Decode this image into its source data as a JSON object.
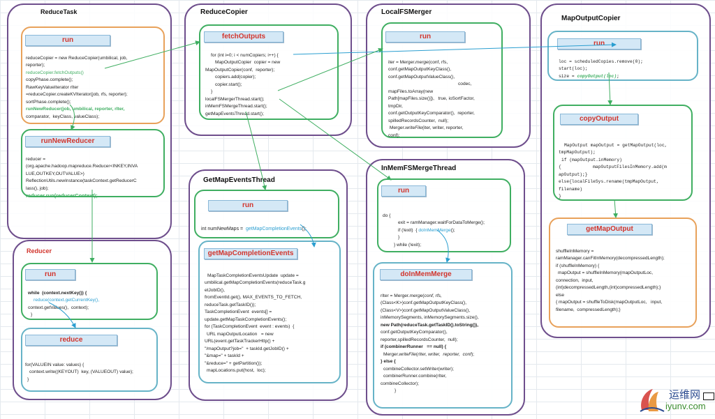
{
  "panels": {
    "reduce_task": {
      "title": "ReduceTask",
      "run": {
        "label": "run",
        "lines": [
          "reduceCopier = new ReduceCopier(umbilical, job,",
          "reporter);",
          "reduceCopier.fetchOutputs()",
          "copyPhase.complete();",
          "RawKeyValueIterator rIter",
          "=reduceCopier.createKVIterator(job, rfs, reporter);",
          "sortPhase.complete();",
          "runNewReducer(job, umbilical, reporter, rIter,",
          "comparator,  keyClass, valueClass);"
        ]
      },
      "run_new_reducer": {
        "label": "runNewReducer",
        "lines": [
          "reducer =",
          "(org.apache.hadoop.mapreduce.Reducer<INKEY,INVA",
          "LUE,OUTKEY,OUTVALUE>)",
          "ReflectionUtils.newInstance(taskContext.getReducerC",
          "lass(), job);",
          "reducer.run(reducerContext);"
        ]
      }
    },
    "reducer": {
      "title": "Reducer",
      "run": {
        "label": "run",
        "lines": [
          "while  (context.nextKey()) {",
          "reduce(context.getCurrentKey(),",
          "context.getValues(),  context);",
          "}"
        ]
      },
      "reduce": {
        "label": "reduce",
        "lines": [
          "for(VALUEIN value: values) {",
          "context.write((KEYOUT)  key, (VALUEOUT) value);",
          "}"
        ]
      }
    },
    "reduce_copier": {
      "title": "ReduceCopier",
      "fetch_outputs": {
        "label": "fetchOutputs",
        "lines": [
          "for (int i=0; i < numCopiers; i++) {",
          "MapOutputCopier  copier = new",
          "MapOutputCopier(conf,  reporter);",
          "copiers.add(copier);",
          "copier.start();",
          "}",
          "localFSMergerThread.start();",
          "inMemFSMergeThread.start();",
          "getMapEventsThread.start();"
        ]
      }
    },
    "get_map_events_thread": {
      "title": "GetMapEventsThread",
      "run": {
        "label": "run",
        "lines": [
          "int numNewMaps =  getMapCompletionEvents();"
        ]
      },
      "get_map_completion_events": {
        "label": "getMapCompletionEvents",
        "lines": [
          "MapTaskCompletionEventsUpdate  update =",
          "umbilical.getMapCompletionEvents(reduceTask.g",
          "etJobID(),",
          "fromEventId.get(), MAX_EVENTS_TO_FETCH,",
          "reduceTask.getTaskID());",
          "TaskCompletionEvent  events[] =",
          "update.getMapTaskCompletionEvents();",
          "for (TaskCompletionEvent  event : events)  {",
          "URL mapOutputLocation   = new",
          "URL(event.getTaskTrackerHttp() +",
          "\"/mapOutput?job=\"  + taskId.getJobID() +",
          "\"&map=\" + taskId +",
          "\"&reduce=\" + getPartition());",
          "mapLocations.put(host,  loc);"
        ]
      }
    },
    "local_fs_merger": {
      "title": "LocalFSMerger",
      "run": {
        "label": "run",
        "lines": [
          "iter = Merger.merge(conf, rfs,",
          "conf.getMapOutputKeyClass(),",
          "conf.getMapOutputValueClass(),",
          "codec,",
          "mapFiles.toArray(new",
          "Path[mapFiles.size()]),   true, ioSortFactor,",
          "tmpDir,",
          "conf.getOutputKeyComparator(),  reporter,",
          "spilledRecordsCounter,  null);",
          "Merger.writeFile(iter, writer, reporter,",
          "conf);"
        ]
      }
    },
    "in_mem_fs_merge_thread": {
      "title": "InMemFSMergeThread",
      "run": {
        "label": "run",
        "lines": [
          "do {",
          "exit = ramManager.waitForDataToMerge();",
          "if (!exit) {  doInMemMerge();",
          "}",
          "} while (!exit);"
        ]
      },
      "do_in_mem_merge": {
        "label": "doInMemMerge",
        "lines": [
          "rIter = Merger.merge(conf, rfs,",
          "(Class<K>)conf.getMapOutputKeyClass(),",
          "(Class<V>)conf.getMapOutputValueClass(),",
          "inMemorySegments, inMemorySegments.size(),",
          "new Path(reduceTask.getTaskID().toString()),",
          "conf.getOutputKeyComparator(),",
          "reporter,spilledRecordsCounter,  null);",
          "if (combinerRunner   == null) {",
          "Merger.writeFile(rIter, writer,  reporter,  conf);",
          "} else {",
          "combineCollector.setWriter(writer);",
          "combinerRunner.combine(rIter,",
          "combineCollector);",
          "}"
        ]
      }
    },
    "map_output_copier": {
      "title": "MapOutputCopier",
      "run": {
        "label": "run",
        "lines": [
          "loc = scheduledCopies.remove(0);",
          "start(loc);",
          "size = copyOutput(loc);"
        ]
      },
      "copy_output": {
        "label": "copyOutput",
        "lines": [
          "MapOutput mapOutput = getMapOutput(loc,",
          "tmpMapOutput);",
          "if (mapOutput.inMemory)",
          "{            mapOutputFilesInMemory.add(m",
          "apOutput);}",
          "else{localFileSys.rename(tmpMapOutput,",
          "filename)",
          "}"
        ]
      },
      "get_map_output": {
        "label": "getMapOutput",
        "lines": [
          "shuffleInMemory =",
          "ramManager.canFitInMemory(decompressedLength);",
          "if (shuffleInMemory) {",
          "mapOutput = shuffleInMemory(mapOutputLoc,",
          "connection,  input,",
          "(int)decompressedLength,(int)compressedLength);}",
          "else",
          "{ mapOutput = shuffleToDisk(mapOutputLoc,   input,",
          "filename,  compressedLength);}"
        ]
      }
    }
  },
  "watermark": {
    "text": "运维网",
    "url": "iyunv.com"
  },
  "colors": {
    "panel_border": "#6e4e8c",
    "orange_box": "#e8a15a",
    "green_box": "#3fae61",
    "teal_box": "#66b3c7",
    "label_bg": "#d4e8f6",
    "label_text": "#d2342c",
    "call_green": "#3fae61",
    "call_blue": "#2a9ed0"
  }
}
